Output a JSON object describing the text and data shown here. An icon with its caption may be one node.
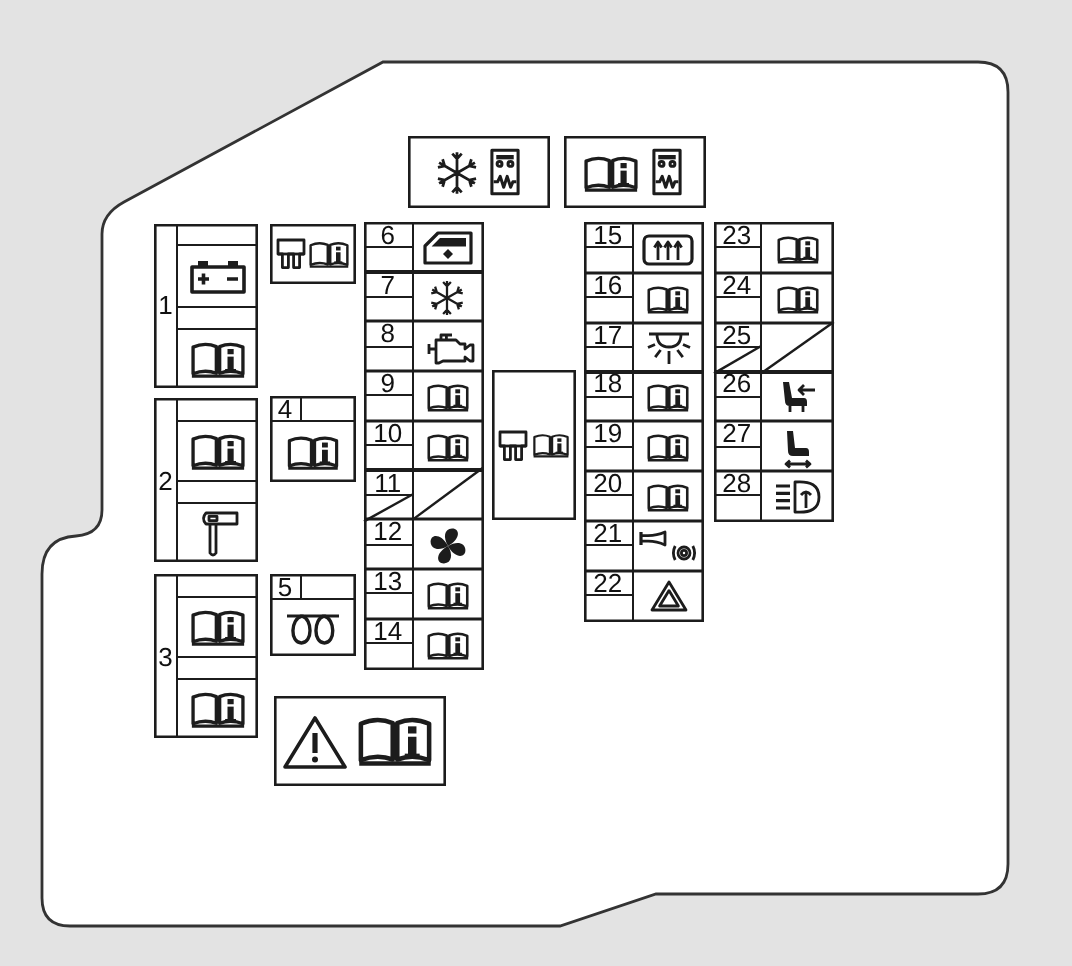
{
  "diagram": {
    "nodes": [
      {
        "text": [],
        "shape": "box"
      },
      {
        "text": [],
        "shape": "box"
      },
      {
        "text": [
          "1"
        ]
      },
      {
        "text": [
          "2"
        ]
      },
      {
        "text": [
          "3"
        ]
      },
      {
        "text": [],
        "shape": "box"
      },
      {
        "text": [
          "4"
        ]
      },
      {
        "text": [
          "5"
        ]
      },
      {
        "text": [],
        "shape": "box"
      },
      {
        "text": [
          "6"
        ]
      },
      {
        "text": [
          "7"
        ]
      },
      {
        "text": [
          "8"
        ]
      },
      {
        "text": [
          "9"
        ]
      },
      {
        "text": [
          "10"
        ]
      },
      {
        "text": [
          "11"
        ]
      },
      {
        "text": [
          "12"
        ]
      },
      {
        "text": [
          "13"
        ]
      },
      {
        "text": [
          "14"
        ]
      },
      {
        "text": [],
        "shape": "box"
      },
      {
        "text": [
          "15"
        ]
      },
      {
        "text": [
          "16"
        ]
      },
      {
        "text": [
          "17"
        ]
      },
      {
        "text": [
          "18"
        ]
      },
      {
        "text": [
          "19"
        ]
      },
      {
        "text": [
          "20"
        ]
      },
      {
        "text": [
          "21"
        ]
      },
      {
        "text": [
          "22"
        ]
      },
      {
        "text": [
          "23"
        ]
      },
      {
        "text": [
          "24"
        ]
      },
      {
        "text": [
          "25"
        ]
      },
      {
        "text": [
          "26"
        ]
      },
      {
        "text": [
          "27"
        ]
      },
      {
        "text": [
          "28"
        ]
      }
    ]
  }
}
